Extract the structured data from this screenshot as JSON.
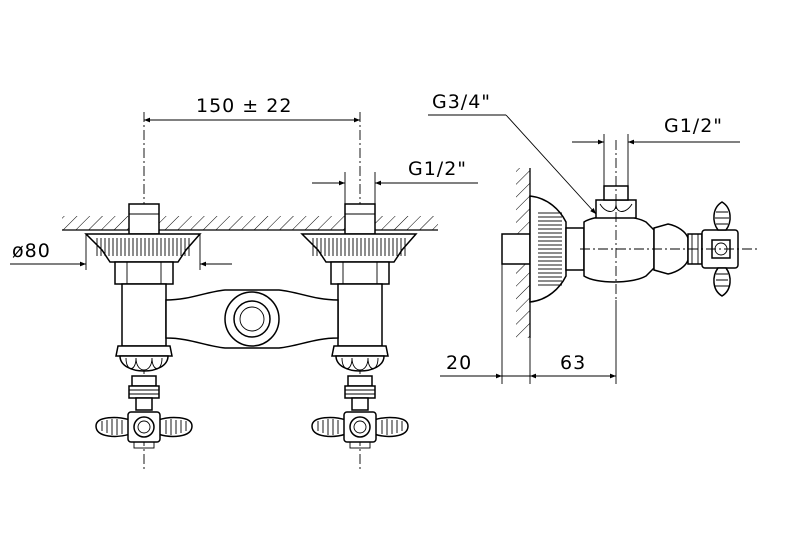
{
  "dimensions": {
    "center_distance": "150 ± 22",
    "inlet_thread_front": "G1/2\"",
    "rosette_diameter": "ø80",
    "outlet_thread": "G3/4\"",
    "inlet_thread_side": "G1/2\"",
    "wall_offset": "20",
    "projection": "63"
  }
}
